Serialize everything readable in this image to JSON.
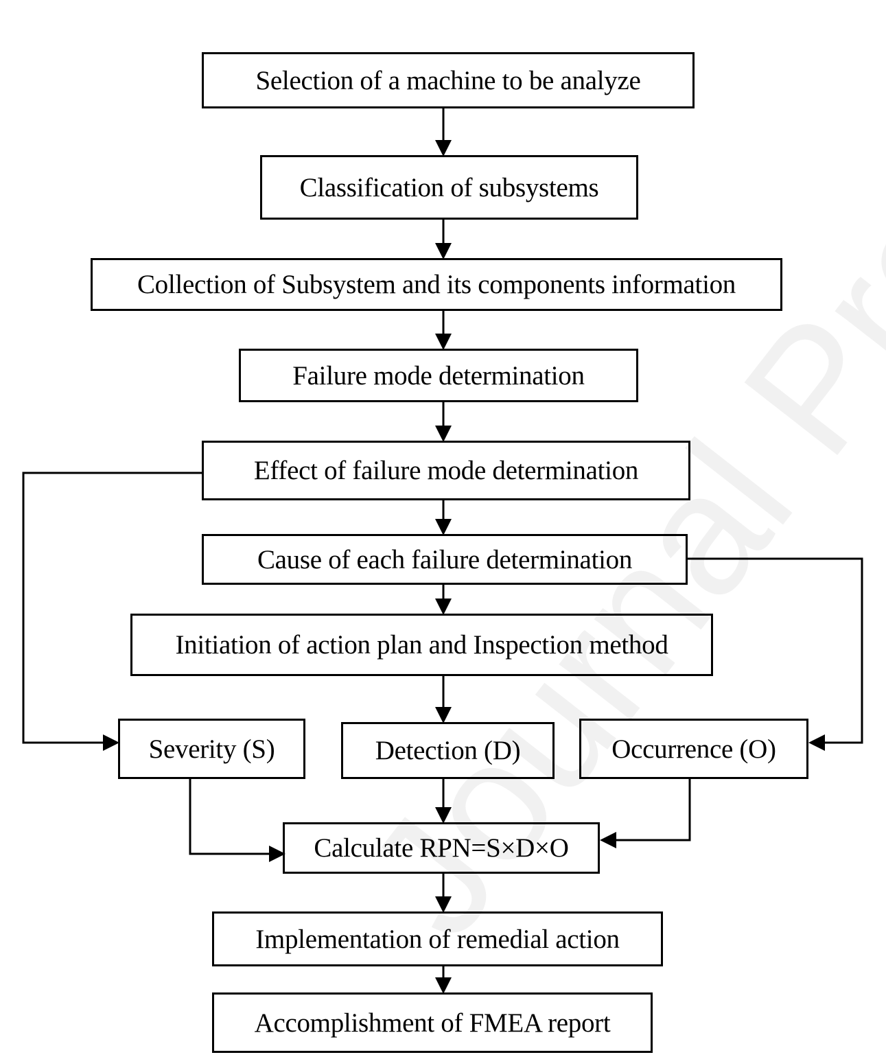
{
  "watermark": "Journal Pre-proof",
  "steps": {
    "selection": "Selection of a machine to be analyze",
    "classification": "Classification of subsystems",
    "collection": "Collection of Subsystem and its components information",
    "failure_mode": "Failure mode determination",
    "effect": "Effect of failure mode determination",
    "cause": "Cause of each failure determination",
    "initiation": "Initiation of action plan and Inspection method",
    "severity": "Severity (S)",
    "detection": "Detection (D)",
    "occurrence": "Occurrence (O)",
    "rpn": "Calculate RPN=S×D×O",
    "implementation": "Implementation of remedial action",
    "accomplishment": "Accomplishment of FMEA report"
  }
}
